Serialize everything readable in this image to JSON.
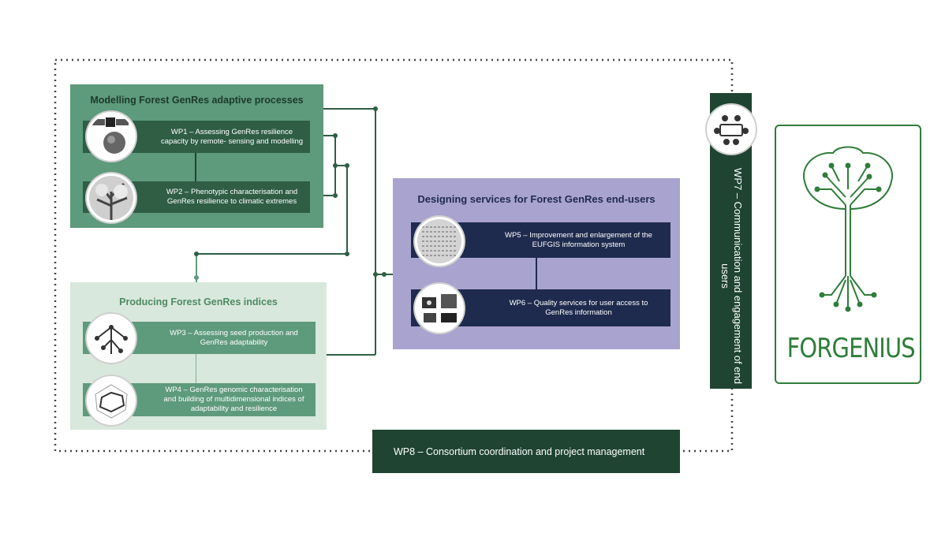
{
  "colors": {
    "dark_green": "#2f5e45",
    "mid_green": "#5e9a7c",
    "light_green": "#d9e8dc",
    "purple": "#a9a3cf",
    "navy": "#1f2b4e",
    "wp_dark": "#1f4432"
  },
  "modelling": {
    "title": "Modelling Forest GenRes adaptive processes",
    "wp1": "WP1 – Assessing GenRes resilience capacity by remote- sensing and modelling",
    "wp2": "WP2 – Phenotypic characterisation and GenRes resilience to climatic extremes"
  },
  "producing": {
    "title": "Producing Forest GenRes indices",
    "wp3": "WP3 – Assessing seed production and GenRes adaptability",
    "wp4": "WP4 – GenRes genomic characterisation and building of multidimensional indices of adaptability and resilience"
  },
  "designing": {
    "title": "Designing services for Forest GenRes end-users",
    "wp5": "WP5 – Improvement and enlargement of the EUFGIS information system",
    "wp6": "WP6 – Quality services for user access to GenRes information"
  },
  "wp7": {
    "label": "WP7 – Communication and engagement of end users"
  },
  "wp8": {
    "label": "WP8 – Consortium coordination and project management"
  },
  "logo": {
    "text": "FORGENIUS"
  },
  "icons": {
    "wp1": "satellite-icon",
    "wp2": "tree-canopy-icon",
    "wp3": "seed-dispersal-icon",
    "wp4": "radar-chart-icon",
    "wp5": "data-grid-icon",
    "wp6": "services-icon",
    "wp7": "meeting-icon"
  }
}
